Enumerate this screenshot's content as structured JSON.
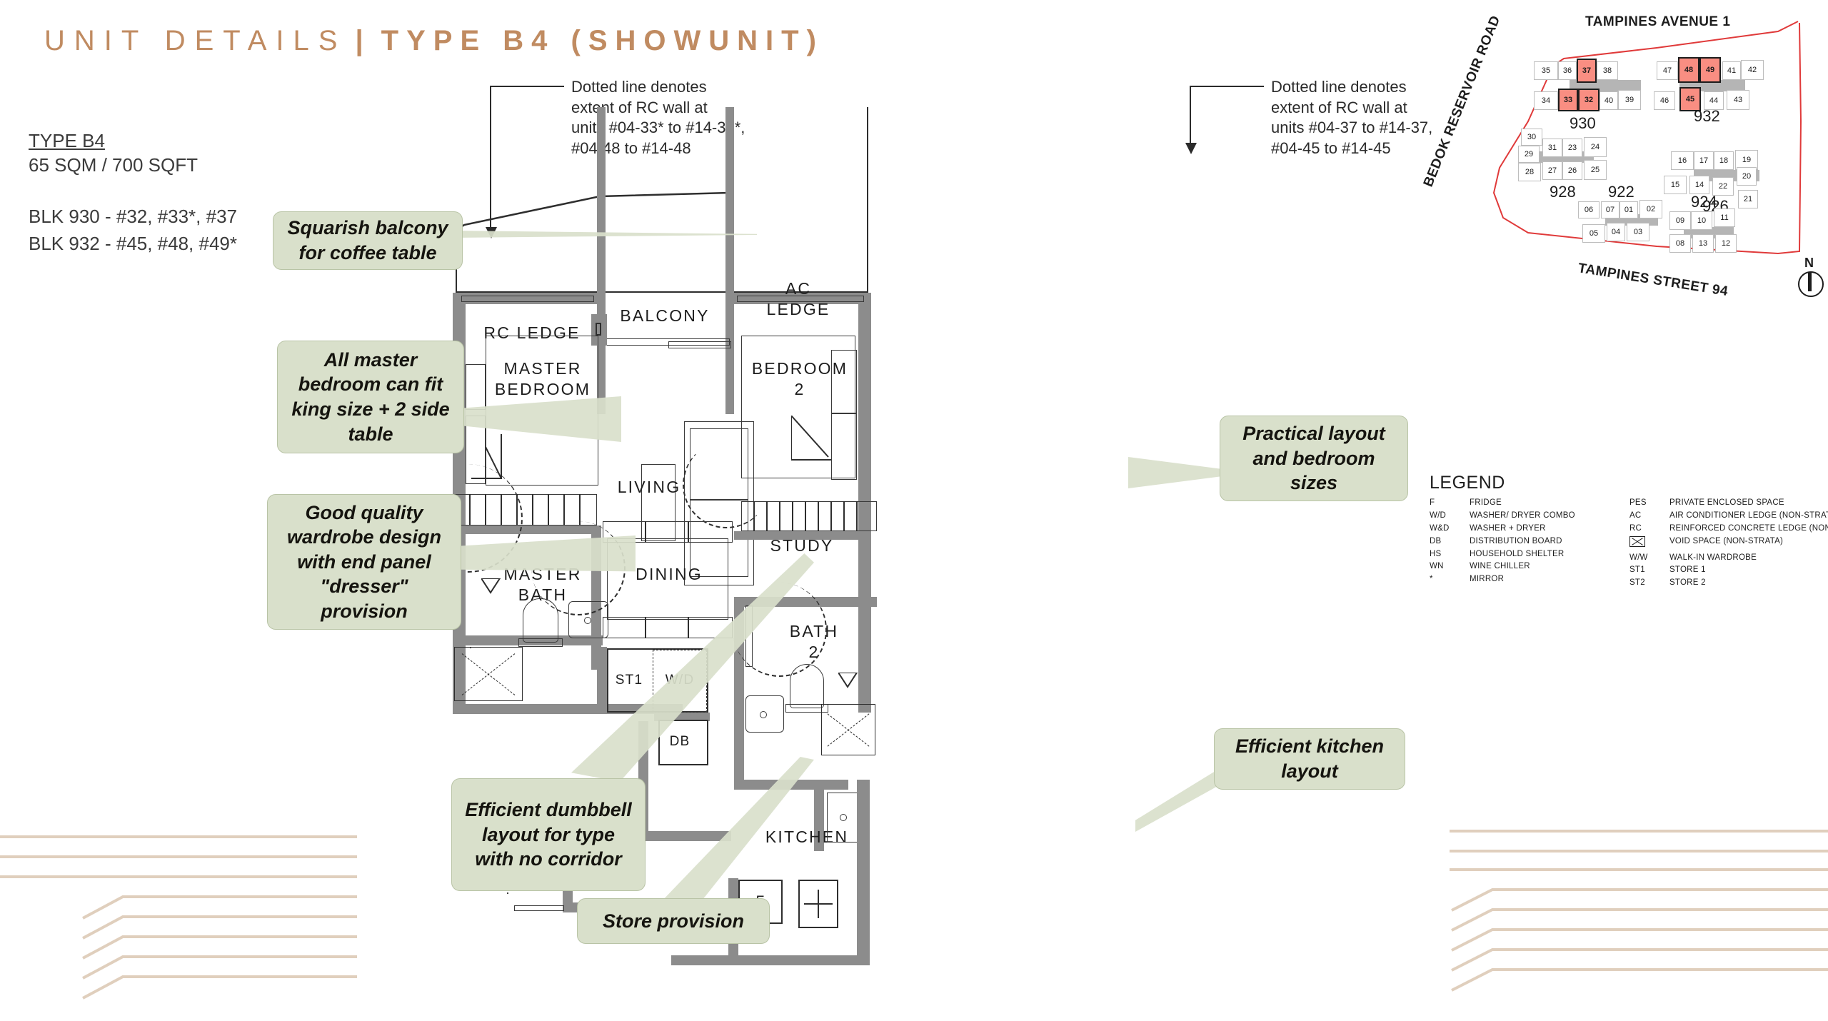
{
  "header": {
    "title_light": "UNIT DETAILS",
    "title_pipe": "|",
    "title_bold": "TYPE B4 (SHOWUNIT)"
  },
  "unit_info": {
    "type": "TYPE B4",
    "area": "65 SQM / 700 SQFT",
    "blk_930": "BLK 930 - #32, #33*, #37",
    "blk_932": "BLK 932 - #45, #48, #49*"
  },
  "rc_notes": {
    "left": "Dotted line denotes\nextent of RC wall at\nunits #04-33* to #14-33*,\n#04-48 to #14-48",
    "right": "Dotted line denotes\nextent of RC wall at\nunits #04-37 to #14-37,\n#04-45 to #14-45"
  },
  "callouts": [
    {
      "id": "balcony",
      "text": "Squarish balcony\nfor coffee table"
    },
    {
      "id": "master",
      "text": "All master\nbedroom can fit\nking size + 2\nside table"
    },
    {
      "id": "wardrobe",
      "text": "Good quality\nwardrobe\ndesign with end\npanel \"dresser\"\nprovision"
    },
    {
      "id": "dumbbell",
      "text": "Efficient\ndumbbell layout\nfor type with no\ncorridor"
    },
    {
      "id": "store",
      "text": "Store provision"
    },
    {
      "id": "bedroom",
      "text": "Practical layout\nand bedroom\nsizes"
    },
    {
      "id": "kitchen",
      "text": "Efficient kitchen\nlayout"
    }
  ],
  "rooms": {
    "rc_ledge": "RC LEDGE",
    "balcony": "BALCONY",
    "ac_ledge": "AC\nLEDGE",
    "master_bedroom": "MASTER\nBEDROOM",
    "living": "LIVING",
    "bedroom2": "BEDROOM\n2",
    "master_bath": "MASTER\nBATH",
    "dining": "DINING",
    "study": "STUDY",
    "bath2": "BATH\n2",
    "kitchen": "KITCHEN",
    "store1": "ST1",
    "washer_dryer": "W/D",
    "db": "DB",
    "fridge": "F"
  },
  "siteplan": {
    "roads": {
      "top": "TAMPINES AVENUE 1",
      "left": "BEDOK RESERVOIR ROAD",
      "bottom": "TAMPINES STREET 94"
    },
    "north_label": "N",
    "blocks": [
      {
        "no": "930",
        "units_top": [
          "35",
          "36",
          "37",
          "38"
        ],
        "units_bottom": [
          "34",
          "33",
          "32",
          "40",
          "39"
        ]
      },
      {
        "no": "932",
        "units_top": [
          "47",
          "48",
          "49",
          "41",
          "42"
        ],
        "units_bottom": [
          "46",
          "45",
          "44",
          "43"
        ]
      },
      {
        "no": "928",
        "units_top": [
          "30",
          "29",
          "31",
          "23",
          "24"
        ],
        "units_bottom": [
          "28",
          "27",
          "26",
          "25"
        ]
      },
      {
        "no": "926",
        "units_top": [
          "16",
          "17",
          "18",
          "19"
        ],
        "units_bottom": [
          "15",
          "14",
          "22",
          "20",
          "21"
        ]
      },
      {
        "no": "922",
        "units_top": [
          "06",
          "07",
          "01",
          "02"
        ],
        "units_bottom": [
          "05",
          "04",
          "03"
        ]
      },
      {
        "no": "924",
        "units_top": [
          "09",
          "10",
          "11"
        ],
        "units_bottom": [
          "08",
          "13",
          "12"
        ]
      }
    ],
    "highlighted_units": [
      "37",
      "33",
      "32",
      "48",
      "49",
      "45"
    ],
    "boundary_color": "#e03a3a",
    "highlight_color": "#f98e82"
  },
  "legend": {
    "title": "LEGEND",
    "col1": [
      {
        "key": "F",
        "val": "FRIDGE"
      },
      {
        "key": "W/D",
        "val": "WASHER/ DRYER COMBO"
      },
      {
        "key": "W&D",
        "val": "WASHER + DRYER"
      },
      {
        "key": "DB",
        "val": "DISTRIBUTION BOARD"
      },
      {
        "key": "HS",
        "val": "HOUSEHOLD SHELTER"
      },
      {
        "key": "WN",
        "val": "WINE CHILLER"
      },
      {
        "key": "*",
        "val": "MIRROR"
      }
    ],
    "col2": [
      {
        "key": "PES",
        "val": "PRIVATE ENCLOSED SPACE"
      },
      {
        "key": "AC",
        "val": "AIR CONDITIONER LEDGE (NON-STRATA)"
      },
      {
        "key": "RC",
        "val": "REINFORCED CONCRETE LEDGE (NON-STRATA)"
      },
      {
        "key": "",
        "val": "VOID SPACE (NON-STRATA)"
      },
      {
        "key": "W/W",
        "val": "WALK-IN WARDROBE"
      },
      {
        "key": "ST1",
        "val": "STORE 1"
      },
      {
        "key": "ST2",
        "val": "STORE 2"
      }
    ]
  },
  "colors": {
    "title_accent": "#c08b61",
    "callout_bg": "#d9e0cb",
    "callout_border": "#b9c4a6",
    "wall": "#8c8c8c",
    "deco_line": "#e0cfbd"
  }
}
